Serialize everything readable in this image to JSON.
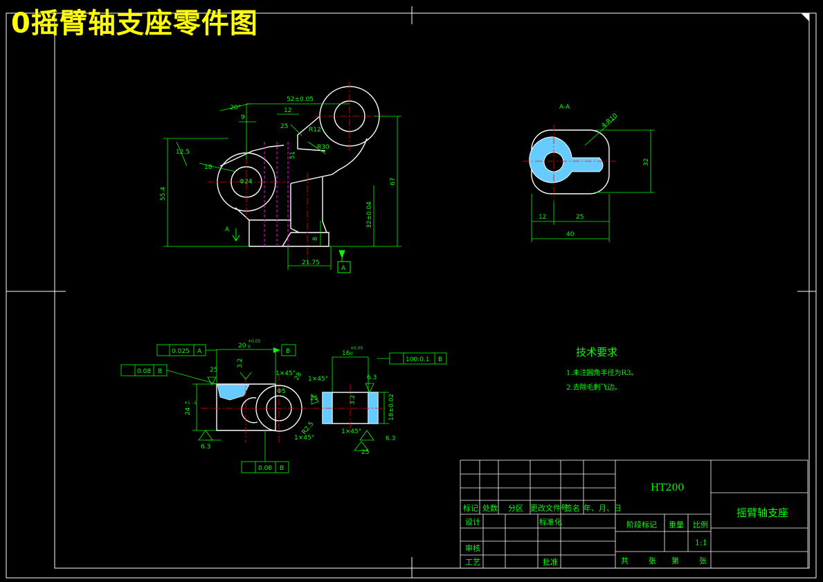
{
  "title": "0摇臂轴支座零件图",
  "views": {
    "front": {
      "dims": [
        "52±0.05",
        "12",
        "9",
        "20°",
        "25",
        "R12",
        "R30",
        "12.5",
        "18",
        "Φ24",
        "51",
        "55.4",
        "67",
        "32±0.04",
        "8",
        "21.75"
      ],
      "section_mark": "A",
      "datum": "A"
    },
    "section": {
      "label": "A-A",
      "dims": [
        "4-R10",
        "32",
        "12",
        "25",
        "40"
      ]
    },
    "bottom": {
      "tolerances": [
        "0.025",
        "A",
        "0.08",
        "B",
        "100:0.1",
        "B",
        "0.08",
        "B"
      ],
      "dims": [
        "20",
        "+0.05",
        "0",
        "16",
        "+0.05",
        "0",
        "B",
        "25",
        "3.2",
        "1×45°",
        "1×45°",
        "28",
        "Φ5",
        "6.3",
        "24",
        "+1",
        "-1",
        "18±0.02",
        "R2.5",
        "1×45°",
        "6.3",
        "25",
        "3.2",
        "6.3",
        "1×45°",
        "25"
      ]
    }
  },
  "tech_requirements": {
    "title": "技术要求",
    "items": [
      "1.未注圆角半径为R3。",
      "2.去除毛刺飞边。"
    ]
  },
  "title_block": {
    "material": "HT200",
    "part_name": "摇臂轴支座",
    "headers": [
      "标记",
      "处数",
      "分区",
      "更改文件号",
      "签名",
      "年、月、日"
    ],
    "roles": [
      "设计",
      "审核",
      "工艺",
      "标准化",
      "批准"
    ],
    "stage": [
      "阶段标记",
      "重量",
      "比例"
    ],
    "scale": "1:1",
    "sheet": [
      "共",
      "张",
      "第",
      "张"
    ]
  },
  "colors": {
    "background": "#000000",
    "frame": "#ffffff",
    "outline": "#ffffff",
    "dimension": "#00ff00",
    "centerline": "#ff0000",
    "hidden": "#ff00ff",
    "hatch": "#66ccff",
    "title": "#ffff00"
  }
}
